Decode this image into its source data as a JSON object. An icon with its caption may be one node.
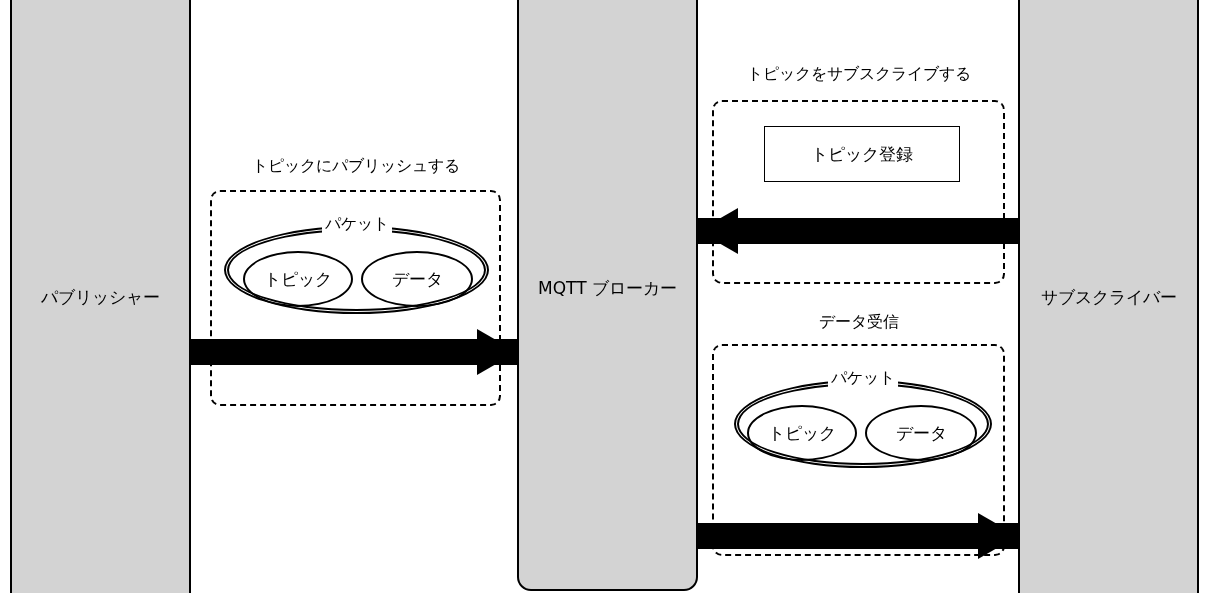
{
  "diagram": {
    "nodes": [
      {
        "text": [
          "パブリッシャー"
        ]
      },
      {
        "text": [
          "MQTT ブローカー"
        ]
      },
      {
        "text": [
          "サブスクライバー"
        ]
      },
      {
        "text": [
          "トピックにパブリッシュする"
        ]
      },
      {
        "text": [
          "パケット"
        ],
        "in": 3
      },
      {
        "text": [
          "トピック"
        ],
        "in": 4
      },
      {
        "text": [
          "データ"
        ],
        "in": 4
      },
      {
        "text": [
          "トピックをサブスクライブする"
        ]
      },
      {
        "text": [
          "トピック登録"
        ],
        "in": 7
      },
      {
        "text": [
          "データ受信"
        ]
      },
      {
        "text": [
          "パケット"
        ],
        "in": 9
      },
      {
        "text": [
          "トピック"
        ],
        "in": 10
      },
      {
        "text": [
          "データ"
        ],
        "in": 10
      }
    ],
    "edges": [
      {
        "from": 0,
        "to": 1,
        "arrow": "to"
      },
      {
        "from": 2,
        "to": 1,
        "arrow": "to"
      },
      {
        "from": 1,
        "to": 2,
        "arrow": "to"
      }
    ]
  }
}
